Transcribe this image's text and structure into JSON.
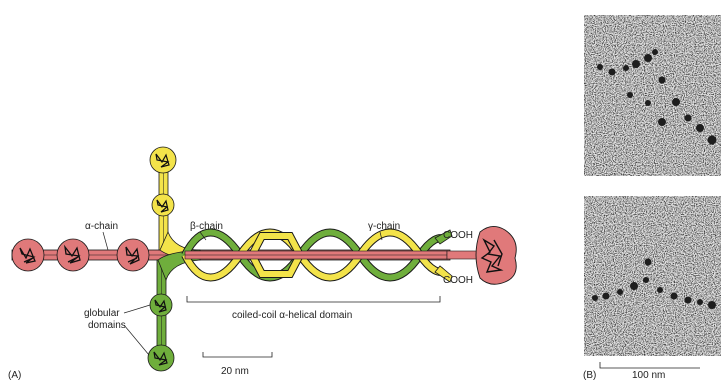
{
  "panel_a": {
    "label": "(A)",
    "alpha_chain": "α-chain",
    "beta_chain": "β-chain",
    "gamma_chain": "γ-chain",
    "cooh_top": "COOH",
    "cooh_bottom": "COOH",
    "globular_line1": "globular",
    "globular_line2": "domains",
    "coiled_coil": "coiled-coil α-helical domain",
    "scale": "20 nm"
  },
  "panel_b": {
    "label": "(B)",
    "scale": "100 nm"
  },
  "colors": {
    "alpha": "#e0797a",
    "beta": "#f3e34a",
    "gamma": "#6fae3c",
    "outline": "#1a1a1a"
  }
}
